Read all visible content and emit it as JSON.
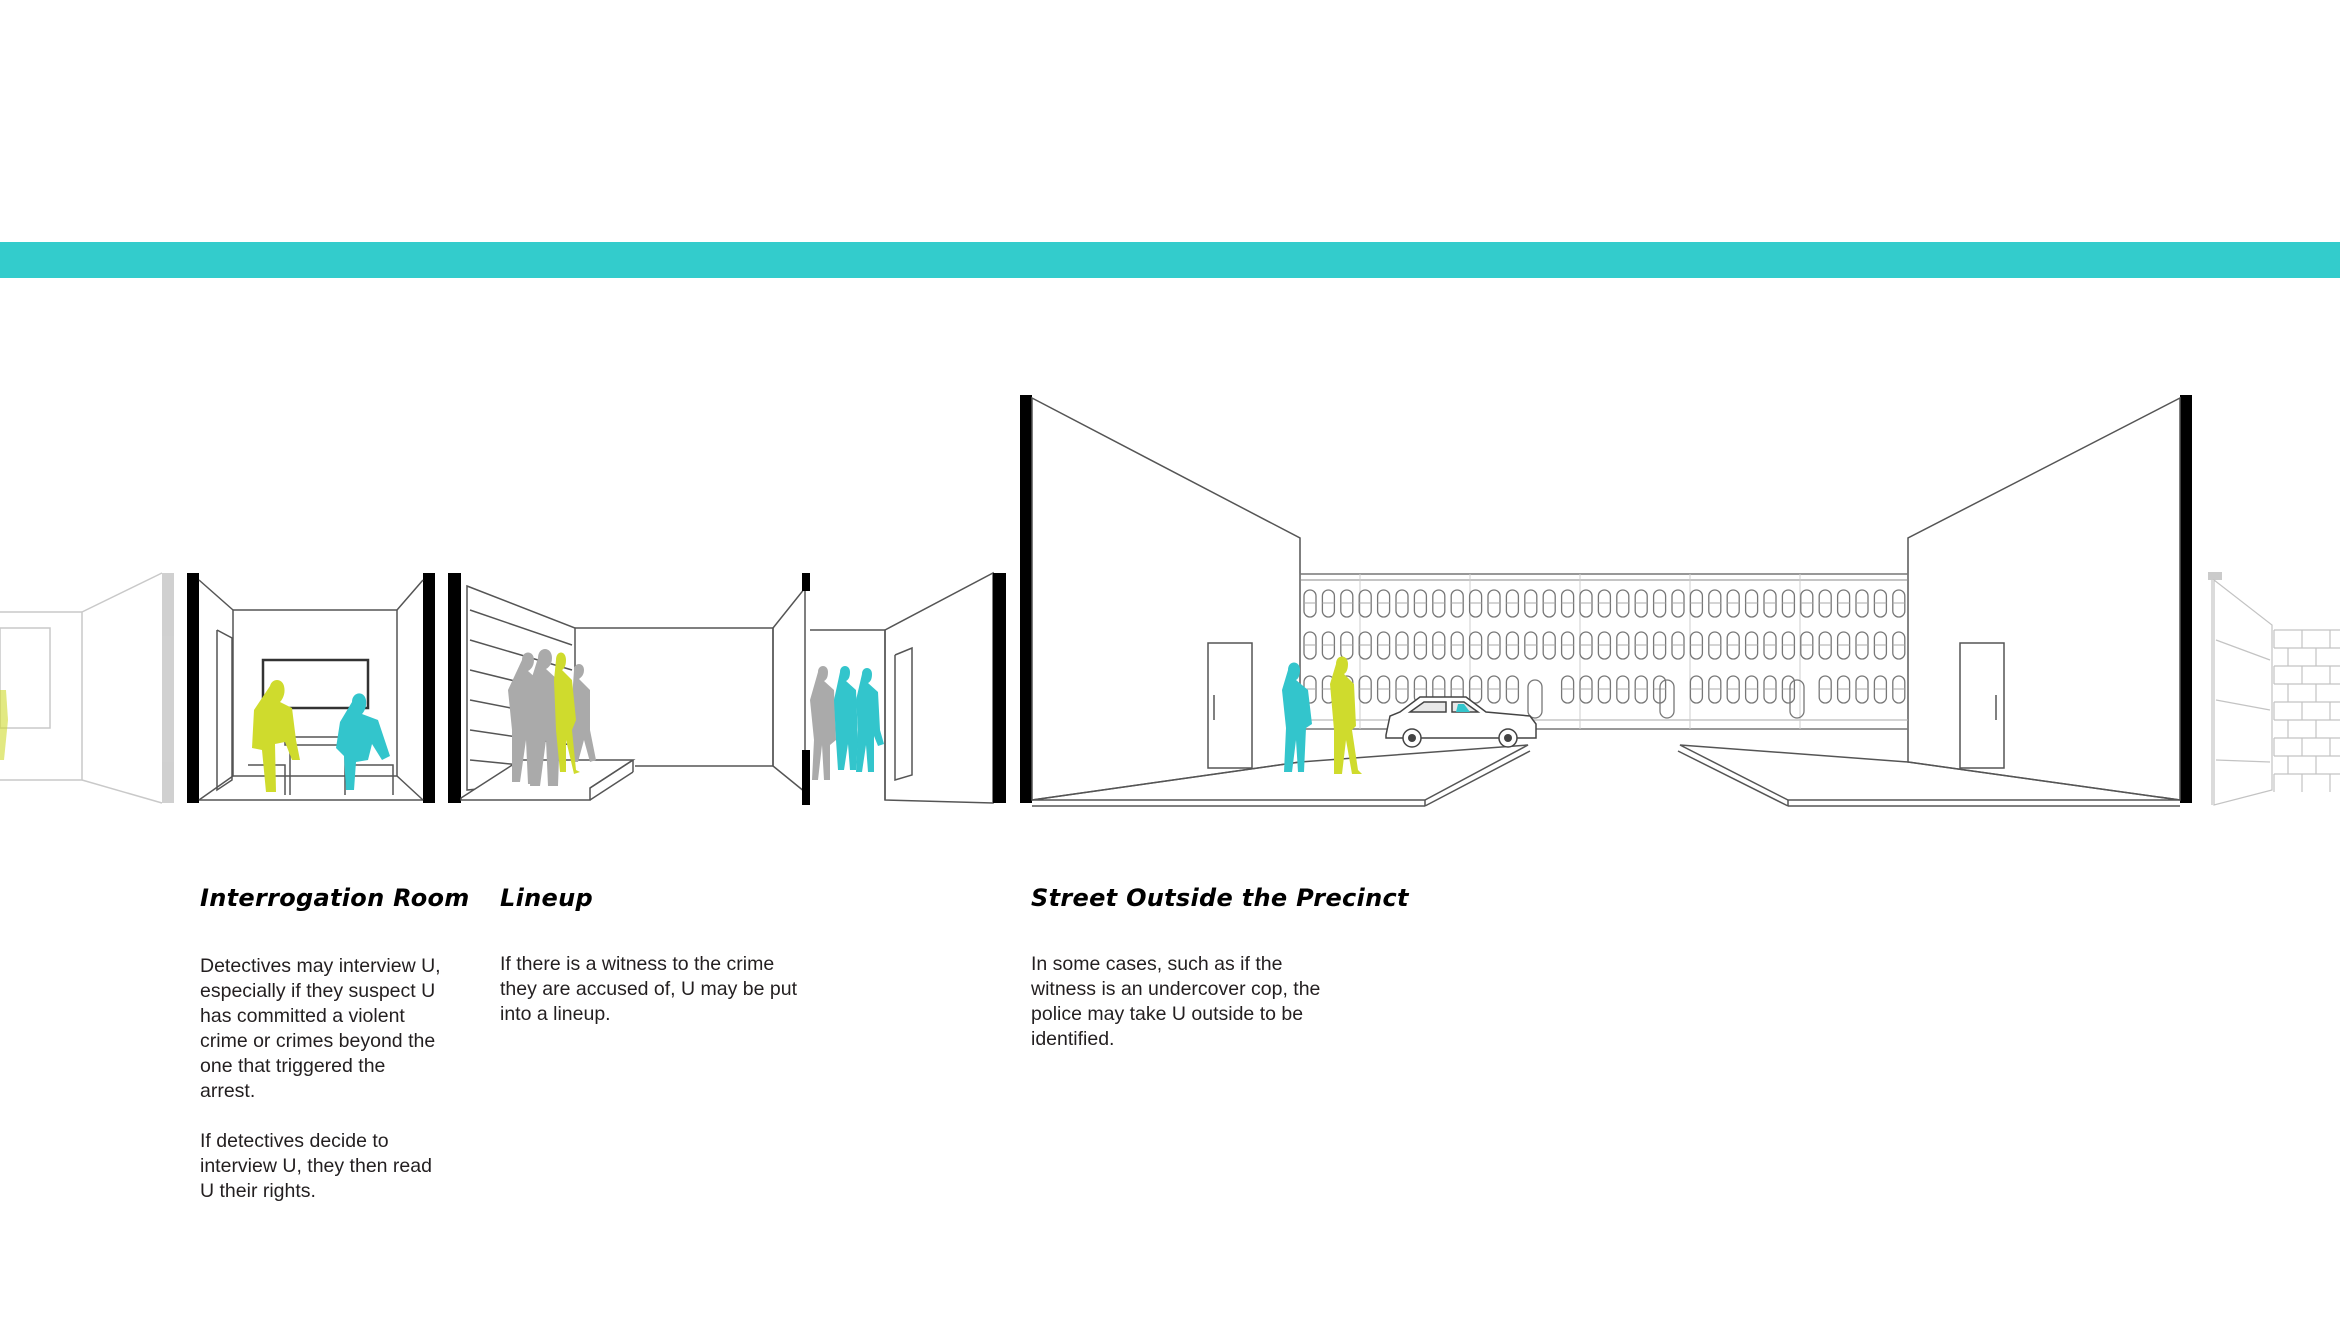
{
  "colors": {
    "band": "#33cccc",
    "teal_figure": "#33c5cc",
    "yellow_figure": "#cfdb2d",
    "gray_figure": "#aaaaaa",
    "wall_black": "#000000",
    "line": "#555555"
  },
  "sections": [
    {
      "title": "Interrogation Room",
      "paragraphs": [
        "Detectives may interview U, especially if they suspect U has committed a violent crime or crimes beyond the one that triggered the arrest.",
        "If detectives decide to interview U, they then read U their rights."
      ]
    },
    {
      "title": "Lineup",
      "paragraphs": [
        "If there is a witness to the crime they are accused of, U may be put into a lineup."
      ]
    },
    {
      "title": "Street Outside the Precinct",
      "paragraphs": [
        "In some cases, such as if the witness is an undercover cop, the police may take U outside to be identified."
      ]
    }
  ]
}
